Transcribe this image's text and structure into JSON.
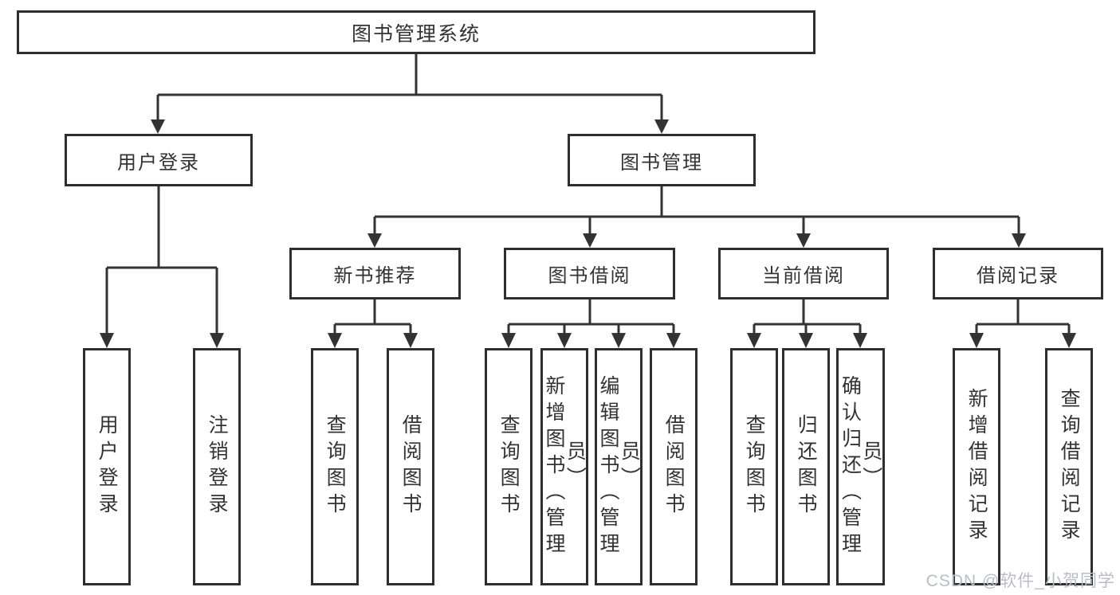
{
  "diagram": {
    "root_label": "图书管理系统",
    "level2": [
      "用户登录",
      "图书管理"
    ],
    "level3": [
      "新书推荐",
      "图书借阅",
      "当前借阅",
      "借阅记录"
    ],
    "leaves": {
      "user_login": [
        "用户登录",
        "注销登录"
      ],
      "new_book_recommendation": [
        "查询图书",
        "借阅图书"
      ],
      "book_borrowing": [
        "查询图书",
        "新增图书（管理员）",
        "编辑图书（管理员）",
        "借阅图书"
      ],
      "current_borrowing": [
        "查询图书",
        "归还图书",
        "确认归还（管理员）"
      ],
      "borrowing_records": [
        "新增借阅记录",
        "查询借阅记录"
      ]
    }
  },
  "watermark": "CSDN @软件_小贺同学",
  "colors": {
    "line": "#333333",
    "box_border": "#2e2e2e",
    "text": "#333333",
    "watermark": "#b9bec6",
    "background": "#ffffff"
  }
}
